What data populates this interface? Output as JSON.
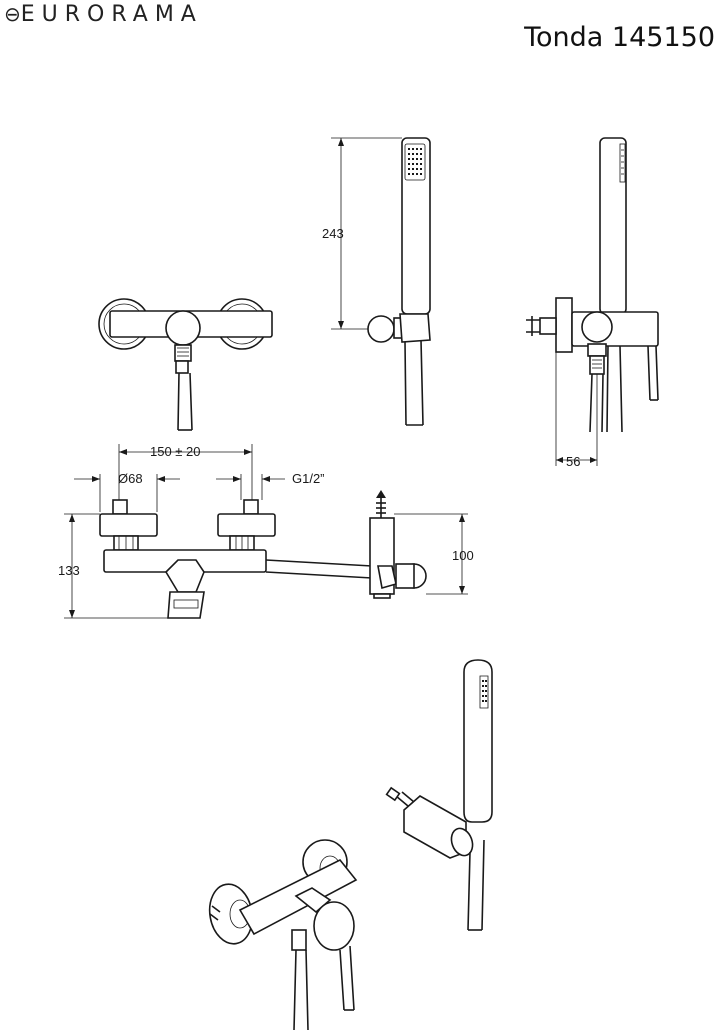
{
  "header": {
    "brand": "EURORAMA",
    "product_title": "Tonda 145150"
  },
  "dimensions": {
    "handshower_length": "243",
    "depth": "56",
    "centers": "150 ± 20",
    "flange_diameter": "Ø68",
    "thread": "G1/2”",
    "height": "133",
    "holder_height": "100"
  }
}
